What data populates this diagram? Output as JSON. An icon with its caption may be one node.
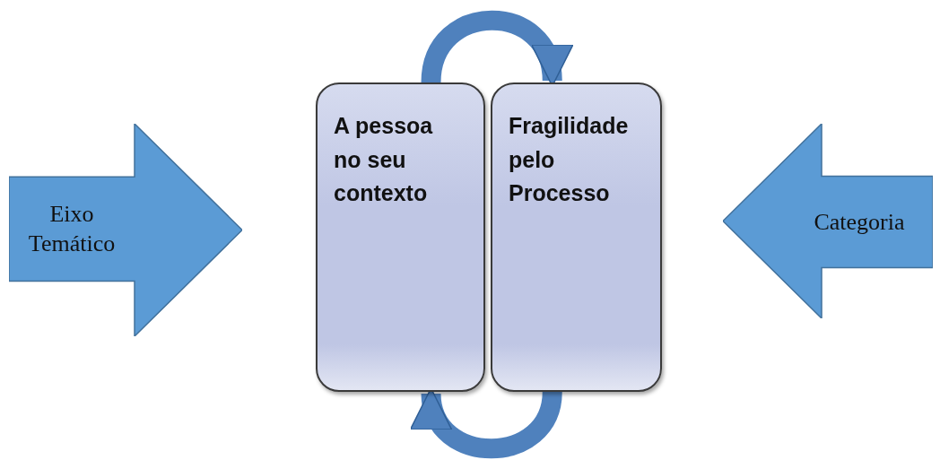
{
  "diagram": {
    "nodes": [
      {
        "text": [
          "Eixo Temático"
        ]
      },
      {
        "text": [
          "Categoria"
        ]
      },
      {
        "text": [
          "A pessoa no seu contexto"
        ]
      },
      {
        "text": [
          "Fragilidade pelo Processo"
        ]
      }
    ],
    "edges": [
      {
        "from": 2,
        "to": 3,
        "arrow": "to"
      },
      {
        "from": 3,
        "to": 2,
        "arrow": "to"
      }
    ]
  }
}
